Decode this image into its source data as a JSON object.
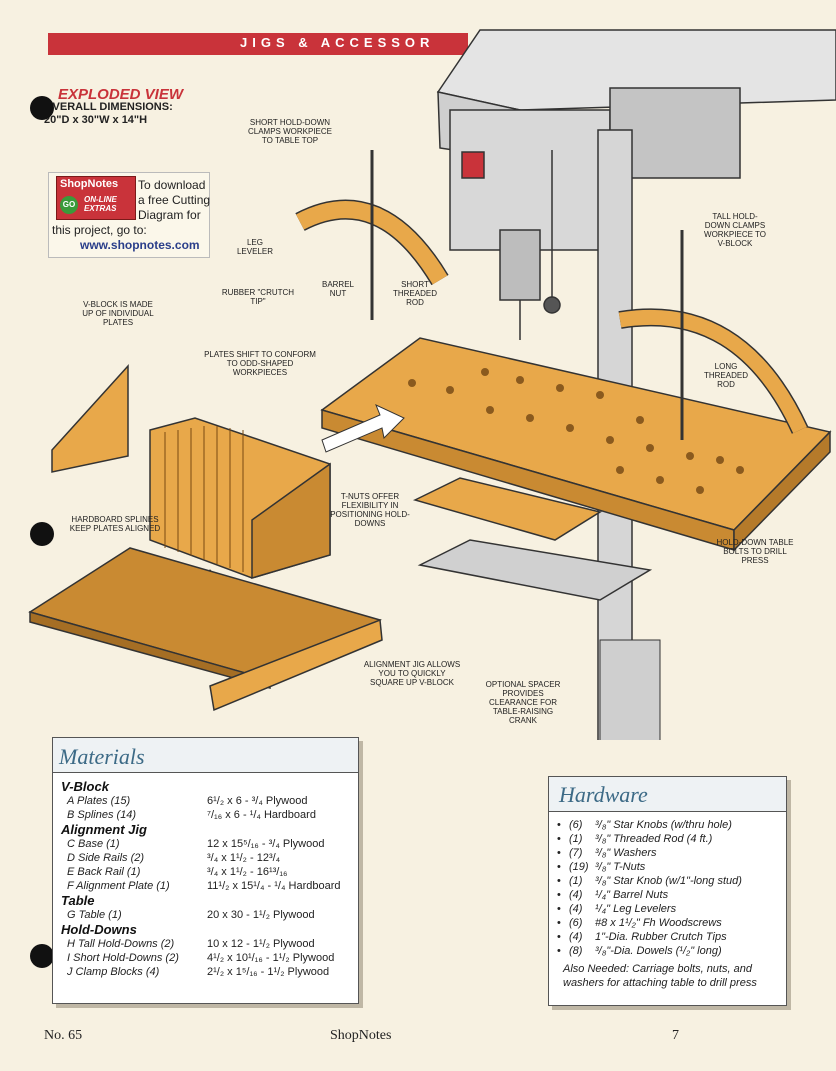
{
  "header": {
    "band": "JIGS & ACCESSOR"
  },
  "title": "EXPLODED VIEW",
  "dimensions": {
    "label": "OVERALL DIMENSIONS:",
    "value": "20\"D x 30\"W x 14\"H"
  },
  "download": {
    "logo": "ShopNotes",
    "go": "GO",
    "extras": "ON-LINE EXTRAS",
    "text1": "To download",
    "text2": "a free Cutting",
    "text3": "Diagram for",
    "text4": "this project, go to:",
    "url": "www.shopnotes.com"
  },
  "callouts": {
    "short_hold": "SHORT HOLD-DOWN CLAMPS WORKPIECE TO TABLE TOP",
    "tall_hold": "TALL HOLD-DOWN CLAMPS WORKPIECE TO V-BLOCK",
    "leg_leveler": "LEG LEVELER",
    "barrel_nut": "BARREL NUT",
    "short_rod": "SHORT THREADED ROD",
    "rubber_tip": "RUBBER \"CRUTCH TIP\"",
    "vblock": "V-BLOCK IS MADE UP OF INDIVIDUAL PLATES",
    "plates_shift": "PLATES SHIFT TO CONFORM TO ODD-SHAPED WORKPIECES",
    "long_rod": "LONG THREADED ROD",
    "tnuts": "T-NUTS OFFER FLEXIBILITY IN POSITIONING HOLD-DOWNS",
    "splines": "HARDBOARD SPLINES KEEP PLATES ALIGNED",
    "table_bolts": "HOLD-DOWN TABLE BOLTS TO DRILL PRESS",
    "alignment": "ALIGNMENT JIG ALLOWS YOU TO QUICKLY SQUARE UP V-BLOCK",
    "spacer": "OPTIONAL SPACER PROVIDES CLEARANCE FOR TABLE-RAISING CRANK"
  },
  "materials": {
    "title": "Materials",
    "sections": [
      {
        "name": "V-Block",
        "items": [
          [
            "A  Plates (15)",
            "6¹/₂ x 6 - ³/₄ Plywood"
          ],
          [
            "B  Splines (14)",
            "⁷/₁₆ x 6 - ¹/₄ Hardboard"
          ]
        ]
      },
      {
        "name": "Alignment Jig",
        "items": [
          [
            "C  Base (1)",
            "12 x 15⁵/₁₆ - ³/₄ Plywood"
          ],
          [
            "D  Side Rails (2)",
            "³/₄ x 1¹/₂ - 12³/₄"
          ],
          [
            "E  Back Rail (1)",
            "³/₄ x 1¹/₂ - 16¹³/₁₆"
          ],
          [
            "F  Alignment Plate (1)",
            "11¹/₂ x 15¹/₄ - ¹/₄ Hardboard"
          ]
        ]
      },
      {
        "name": "Table",
        "items": [
          [
            "G  Table (1)",
            "20 x 30 - 1¹/₂ Plywood"
          ]
        ]
      },
      {
        "name": "Hold-Downs",
        "items": [
          [
            "H  Tall Hold-Downs (2)",
            "10 x 12 - 1¹/₂ Plywood"
          ],
          [
            "I   Short Hold-Downs (2)",
            "4¹/₂ x 10¹/₁₆ - 1¹/₂ Plywood"
          ],
          [
            "J  Clamp Blocks (4)",
            "2¹/₂ x 1⁵/₁₆ - 1¹/₂ Plywood"
          ]
        ]
      }
    ]
  },
  "hardware": {
    "title": "Hardware",
    "items": [
      [
        "(6)",
        "³/₈\" Star Knobs (w/thru hole)"
      ],
      [
        "(1)",
        "³/₈\" Threaded Rod (4 ft.)"
      ],
      [
        "(7)",
        "³/₈\" Washers"
      ],
      [
        "(19)",
        "³/₈\" T-Nuts"
      ],
      [
        "(1)",
        "³/₈\" Star Knob (w/1\"-long stud)"
      ],
      [
        "(4)",
        "¹/₄\" Barrel Nuts"
      ],
      [
        "(4)",
        "¹/₄\" Leg Levelers"
      ],
      [
        "(6)",
        "#8 x 1¹/₂\" Fh Woodscrews"
      ],
      [
        "(4)",
        "1\"-Dia. Rubber Crutch Tips"
      ],
      [
        "(8)",
        "³/₈\"-Dia. Dowels (¹/₂\" long)"
      ]
    ],
    "note": "Also Needed: Carriage bolts, nuts, and washers for attaching table to drill press"
  },
  "footer": {
    "issue": "No. 65",
    "mag": "ShopNotes",
    "page": "7"
  },
  "colors": {
    "accent": "#c9333a",
    "wood": "#e8a84a",
    "panel_title": "#3c6a86"
  }
}
